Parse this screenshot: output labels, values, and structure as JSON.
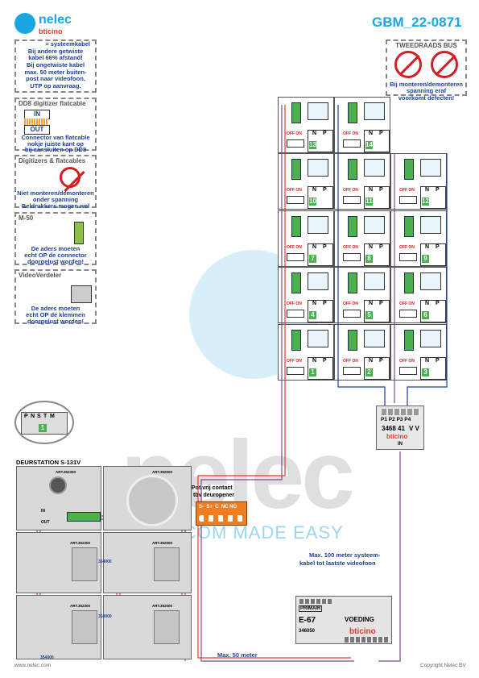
{
  "brand": {
    "name": "nelec",
    "sub": "bticino"
  },
  "doc_code": "GBM_22-0871",
  "notes": {
    "cable_title": "= systeemkabel",
    "cable_body": [
      "Bij andere getwiste",
      "kabel 66% afstand!",
      "Bij ongetwiste kabel",
      "max. 50 meter buiten-",
      "post naar videofoon.",
      "UTP op aanvraag."
    ],
    "dd8_title": "DD8 digitizer  flatcable",
    "dd8_in": "IN",
    "dd8_out": "OUT",
    "dd8_body": [
      "Connector van flatcable",
      "nokje juiste kant op",
      "bij aansluiten op DD8"
    ],
    "digi_title": "Digitizers & flatcables",
    "digi_body": [
      "Niet monteren/demonteren",
      "onder spanning",
      "Beldrukkers mogen wel"
    ],
    "m50_title": "M-50",
    "m50_body": [
      "De aders moeten",
      "echt OP de connector",
      "doorgelust worden!"
    ],
    "vv_title": "VideoVerdeler",
    "vv_body": [
      "De aders moeten",
      "echt OP de klemmen",
      "doorgelust worden!"
    ],
    "bus_title": "TWEEDRAADS BUS",
    "bus_body": [
      "Bij monteren/demonteren",
      "spanning eraf",
      "voorkomt defecten!"
    ]
  },
  "units": {
    "np_n": "N",
    "np_p": "P",
    "offon": "OFF ON",
    "numbers": [
      "13",
      "14",
      "10",
      "11",
      "12",
      "7",
      "8",
      "9",
      "4",
      "5",
      "6",
      "1",
      "2",
      "3"
    ]
  },
  "distributor": {
    "ports": "P1 P2 P3 P4",
    "model": "3468 41",
    "vv": "V V",
    "in": "IN",
    "brand": "bticino"
  },
  "door": {
    "title": "DEURSTATION S-131V",
    "cover": "ART.352000",
    "terminal_labels": [
      "P",
      "N",
      "S",
      "T",
      "M"
    ],
    "terminal_num": "1",
    "art1": "ART.352300",
    "art2": "ART.352300",
    "art3": "ART.352000",
    "art4": "ART.352300",
    "art5": "ART.352000",
    "in": "IN",
    "out": "OUT",
    "flat1": "354000",
    "flat2": "354000",
    "flat3": "354000"
  },
  "contact": {
    "title1": "Pot.vrij contact",
    "title2": "tbv deuropener",
    "terms": "S-  S+  C  NC NO"
  },
  "power": {
    "primair": "PRIMAIR",
    "model": "E-67",
    "name": "VOEDING",
    "code": "346050",
    "brand": "bticino"
  },
  "labels": {
    "max100": [
      "Max. 100 meter systeem-",
      "kabel tot laatste videofoon"
    ],
    "max50": "Max. 50 meter"
  },
  "watermark": {
    "big": "nelec",
    "tag": "COM MADE EASY"
  },
  "footer": {
    "left": "www.nelec.com",
    "right": "Copyright Nelec BV"
  }
}
